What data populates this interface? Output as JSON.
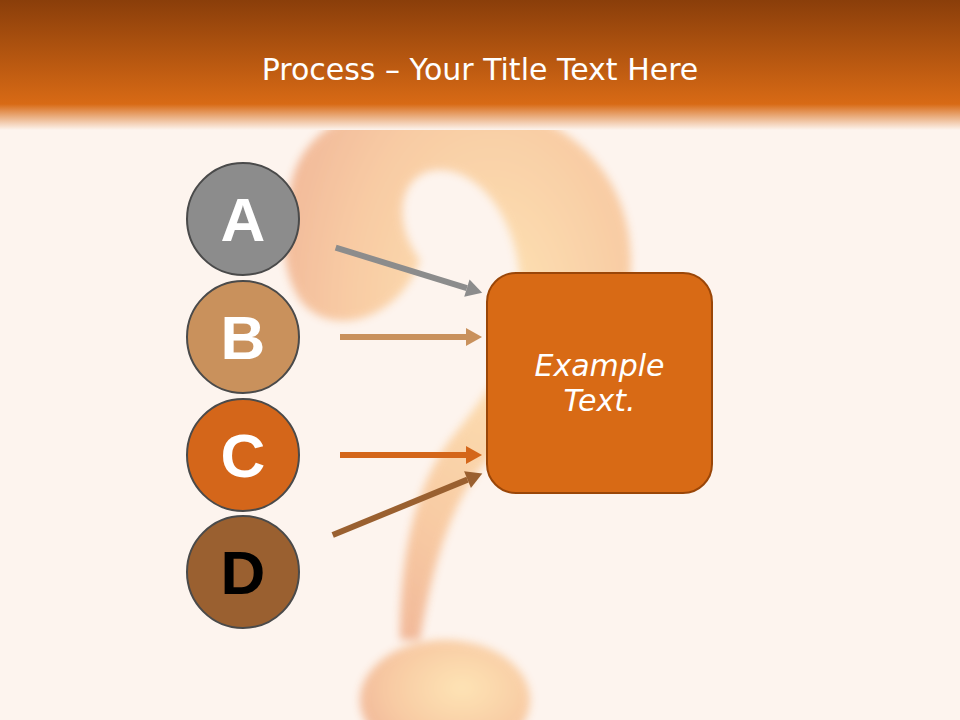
{
  "diagram": {
    "title": "Process – Your Title Text Here",
    "nodes": [
      {
        "text": [
          "A"
        ]
      },
      {
        "text": [
          "B"
        ]
      },
      {
        "text": [
          "C"
        ]
      },
      {
        "text": [
          "D"
        ]
      },
      {
        "text": [
          "Example Text."
        ]
      }
    ],
    "edges": [
      {
        "from": 0,
        "to": 4,
        "arrow": "to"
      },
      {
        "from": 1,
        "to": 4,
        "arrow": "to"
      },
      {
        "from": 2,
        "to": 4,
        "arrow": "to"
      },
      {
        "from": 3,
        "to": 4,
        "arrow": "to"
      }
    ]
  }
}
